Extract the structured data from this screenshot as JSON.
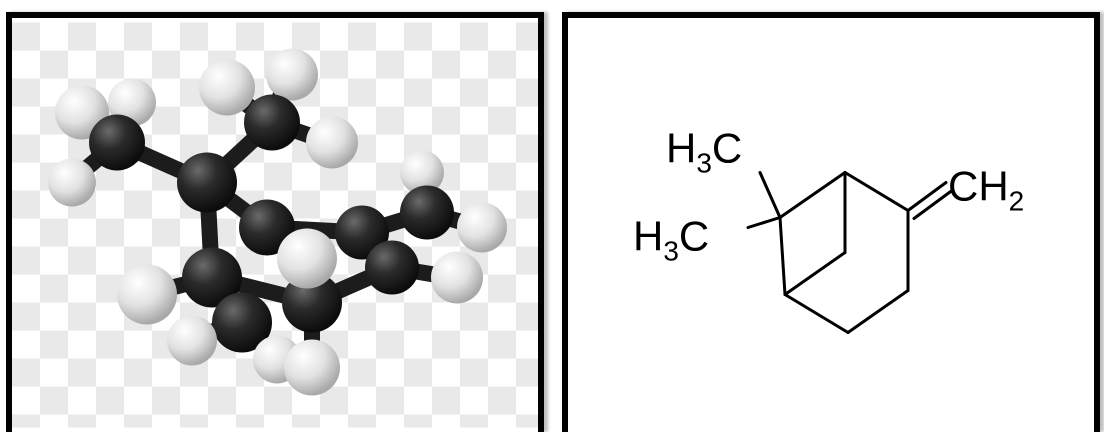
{
  "structure_labels": {
    "methyl_top": "H",
    "methyl_top_sub": "3",
    "methyl_top_c": "C",
    "methyl_bottom": "H",
    "methyl_bottom_sub": "3",
    "methyl_bottom_c": "C",
    "methylene": "CH",
    "methylene_sub": "2"
  },
  "colors": {
    "carbon_atom": "#2b2b2b",
    "hydrogen_atom": "#e8e8e8",
    "bond": "#1a1a1a",
    "checker_light": "#ffffff",
    "checker_dark": "#e8e8e8",
    "frame": "#000000"
  }
}
